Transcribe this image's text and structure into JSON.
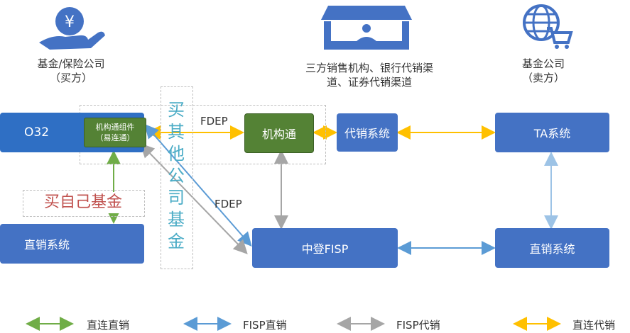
{
  "colors": {
    "blue": "#4472c4",
    "green_box": "#548235",
    "arrow_green": "#70ad47",
    "arrow_blue": "#5b9bd5",
    "arrow_gray": "#a6a6a6",
    "arrow_orange": "#ffc000",
    "teal_text": "#4bacc6",
    "red_text": "#c0504d"
  },
  "icons": {
    "buyer": "hand-with-yen-coin-icon",
    "channel": "storefront-icon",
    "seller": "globe-shopping-cart-icon"
  },
  "captions": {
    "buyer_line1": "基金/保险公司",
    "buyer_line2": "（买方）",
    "channel_line1": "三方销售机构、银行代销渠",
    "channel_line2": "道、证券代销渠道",
    "seller_line1": "基金公司",
    "seller_line2": "（卖方）"
  },
  "boxes": {
    "o32": "O32",
    "component_line1": "机构通组件",
    "component_line2": "（易连通）",
    "jigoutong": "机构通",
    "daixiao": "代销系统",
    "ta": "TA系统",
    "zhixiao_left": "直销系统",
    "fisp": "中登FISP",
    "zhixiao_right": "直销系统"
  },
  "labels": {
    "fdep_top": "FDEP",
    "fdep_mid": "FDEP",
    "buy_other": [
      "买",
      "其",
      "他",
      "公",
      "司",
      "基",
      "金"
    ],
    "buy_own": "买自己基金"
  },
  "legend": [
    {
      "label": "直连直销",
      "color": "#70ad47"
    },
    {
      "label": "FISP直销",
      "color": "#5b9bd5"
    },
    {
      "label": "FISP代销",
      "color": "#a6a6a6"
    },
    {
      "label": "直连代销",
      "color": "#ffc000"
    }
  ]
}
